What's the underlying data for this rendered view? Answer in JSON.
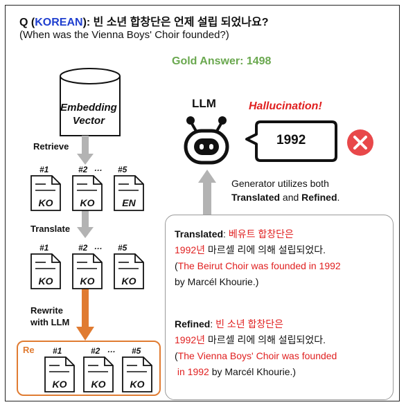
{
  "question": {
    "prefix": "Q (",
    "language": "KOREAN",
    "suffix": "): 빈 소년 합창단은 언제 설립 되었나요?",
    "translation": "(When was the Vienna Boys' Choir founded?)"
  },
  "gold_answer": "Gold Answer: 1498",
  "embedding": {
    "line1": "Embedding",
    "line2": "Vector"
  },
  "steps": {
    "retrieve": "Retrieve",
    "translate": "Translate",
    "rewrite_line1": "Rewrite",
    "rewrite_line2": "with LLM",
    "re_label": "Re"
  },
  "doc_ids": {
    "first": "#1",
    "second": "#2",
    "ellipsis": "…",
    "last": "#5"
  },
  "doc_rows": {
    "retrieved": [
      "KO",
      "KO",
      "EN"
    ],
    "translated": [
      "KO",
      "KO",
      "KO"
    ],
    "refined": [
      "KO",
      "KO",
      "KO"
    ]
  },
  "llm": {
    "label": "LLM",
    "hallucination": "Hallucination!",
    "answer": "1992"
  },
  "generator_note": {
    "line1": "Generator utilizes both",
    "translated": "Translated",
    "and": " and ",
    "refined": "Refined",
    "period": "."
  },
  "translated_block": {
    "label": "Translated",
    "colon": ": ",
    "red1": "베유트 합창단은",
    "red2": "1992년",
    "rest2": " 마르셀 리에 의해 설립되었다.",
    "en_open": "(",
    "en_red": "The Beirut Choir was founded in 1992",
    "en_line2": "by Marcél Khourie.)"
  },
  "refined_block": {
    "label": "Refined",
    "colon": ": ",
    "red1": "빈 소년 합창단은",
    "red2": "1992년",
    "rest2": " 마르셀 리에 의해 설립되었다.",
    "en_open": "(",
    "en_red1": "The Vienna Boys' Choir was founded",
    "en_red2": "in 1992",
    "en_rest2": " by Marcél Khourie.)"
  },
  "colors": {
    "korean_highlight": "#1f3fcf",
    "gold": "#6aa84f",
    "error_red": "#e02020",
    "rewrite_orange": "#e07b31",
    "arrow_gray": "#b3b3b3"
  },
  "icons": [
    "database-cylinder-icon",
    "document-icon",
    "robot-icon",
    "speech-bubble-icon",
    "error-x-icon"
  ]
}
